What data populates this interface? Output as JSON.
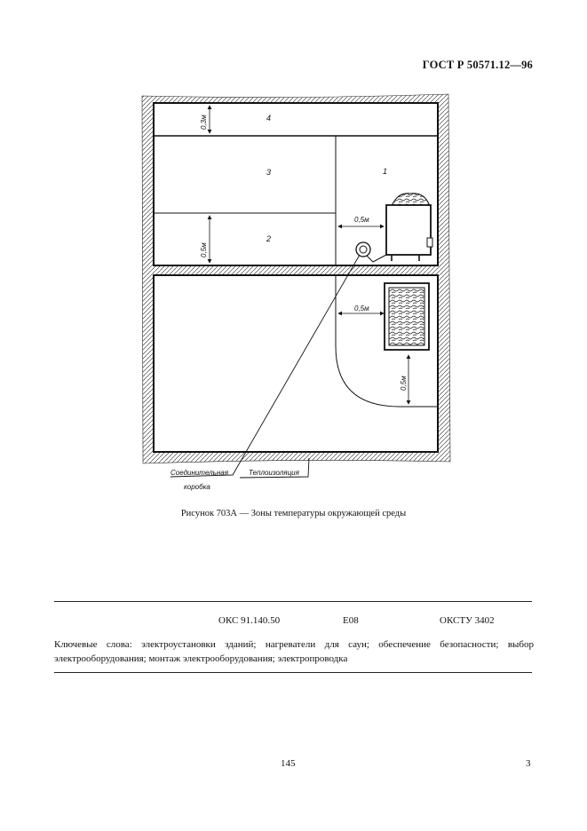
{
  "header": {
    "doc_code": "ГОСТ Р 50571.12—96"
  },
  "figure": {
    "zone_labels": [
      "1",
      "2",
      "3",
      "4"
    ],
    "dimensions": [
      "0,3м",
      "0,5м",
      "0,5м",
      "0,5м",
      "0,5м"
    ],
    "callouts": {
      "junction_box_line1": "Соединительная",
      "junction_box_line2": "коробка",
      "insulation": "Теплоизоляция"
    }
  },
  "caption": "Рисунок 703А — Зоны температуры окружающей среды",
  "classification": {
    "oks": "ОКС 91.140.50",
    "group": "E08",
    "okstu": "ОКСТУ 3402"
  },
  "keywords": "Ключевые слова: электроустановки зданий; нагреватели для саун; обеспечение безопасности; выбор электрооборудования; монтаж электрооборудования; электропроводка",
  "footer": {
    "page_number": "145",
    "sheet_number": "3"
  }
}
